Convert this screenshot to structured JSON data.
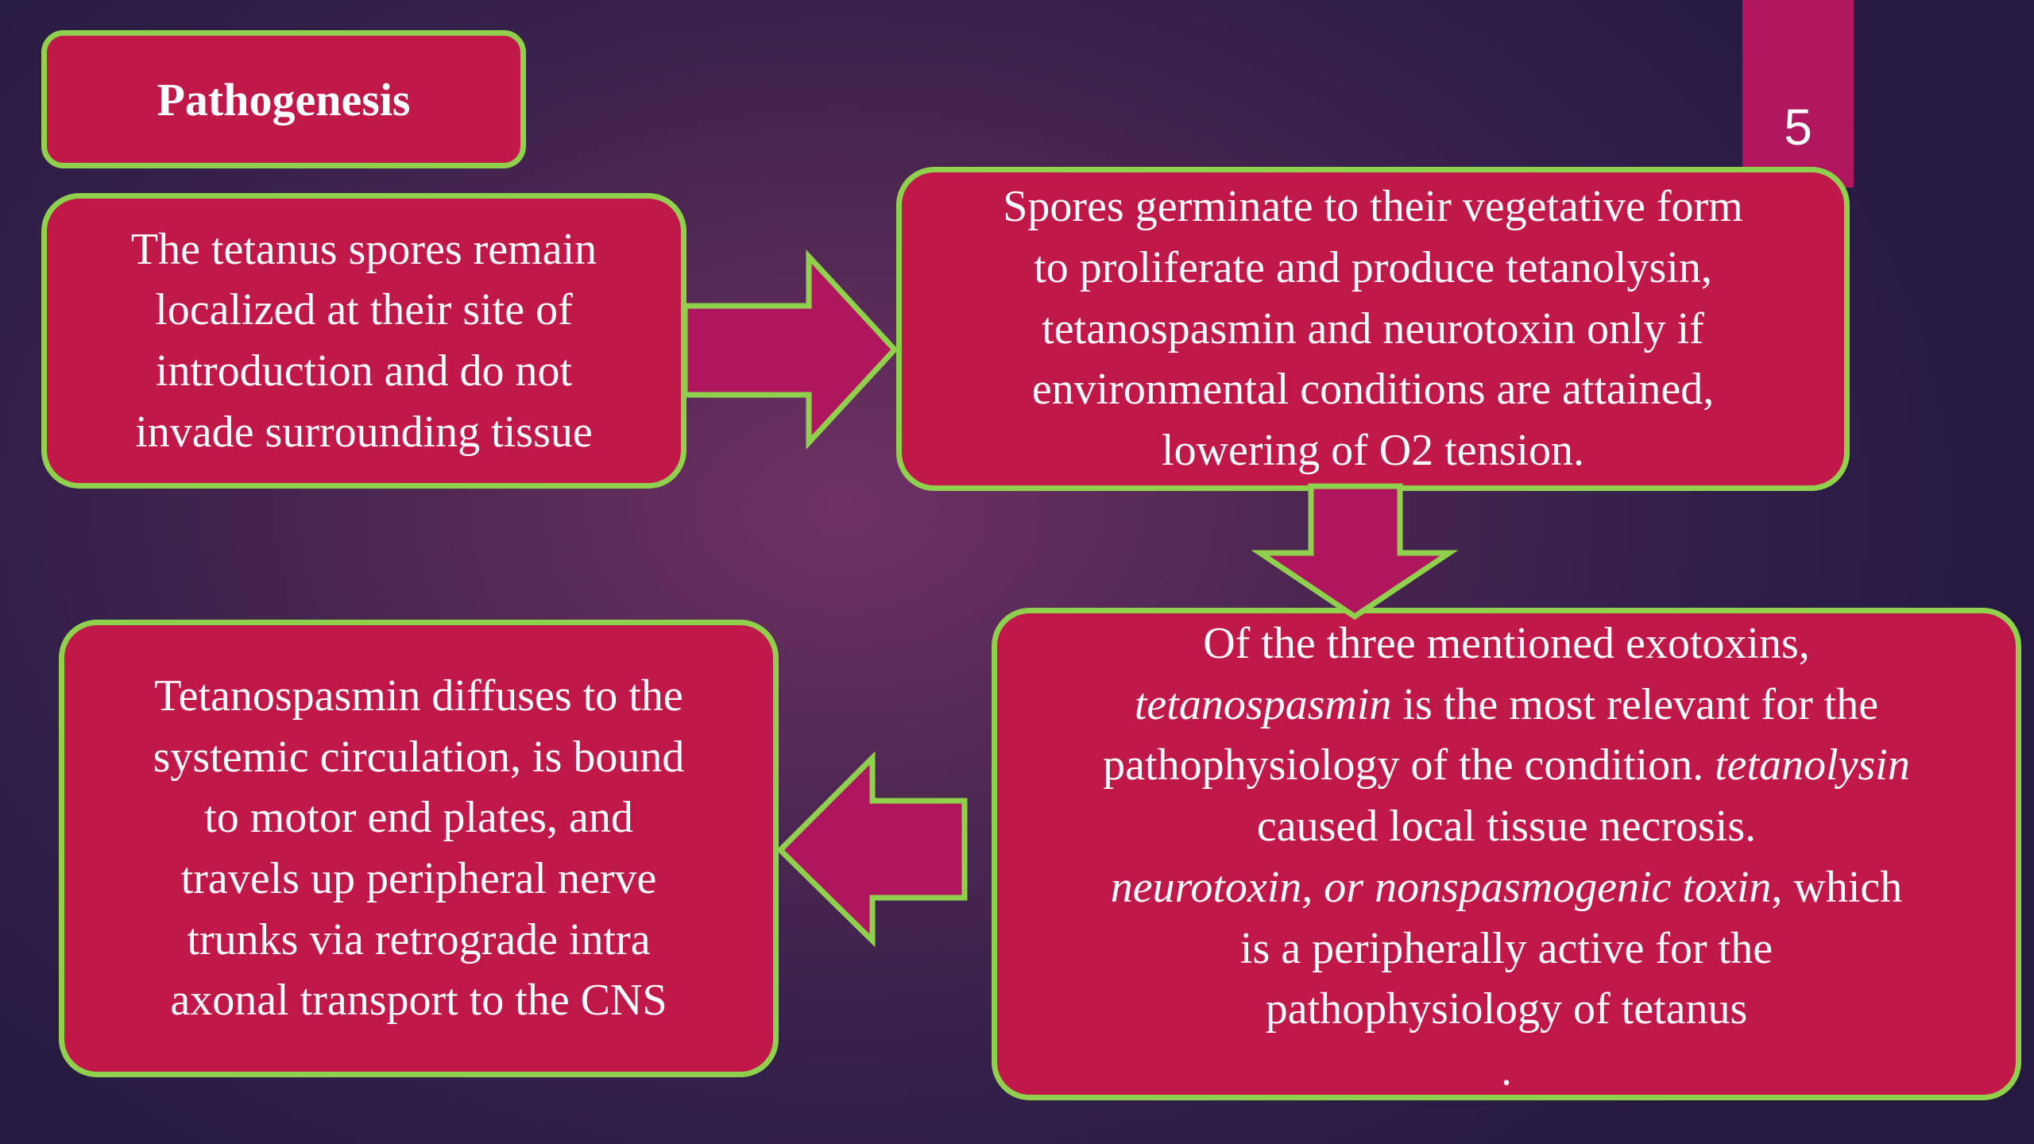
{
  "slide": {
    "number": "5",
    "title": "Pathogenesis"
  },
  "colors": {
    "box_fill": "#c1184a",
    "box_border": "#8fd14c",
    "arrow_fill": "#b0165e",
    "slide_number_tab": "#b0175e",
    "text": "#ffffff"
  },
  "boxes": {
    "box1": {
      "lines": [
        "The tetanus spores remain",
        "localized at their site of",
        "introduction and do not",
        "invade surrounding tissue"
      ]
    },
    "box2": {
      "lines": [
        "Spores germinate to their vegetative form",
        "to proliferate and produce tetanolysin,",
        "tetanospasmin and neurotoxin only if",
        "environmental conditions are attained,",
        "lowering of O2 tension."
      ]
    },
    "box3": {
      "line1": "Of the three mentioned exotoxins,",
      "line2_italic": "tetanospasmin",
      "line2_rest": " is the most relevant for the",
      "line3_start": "pathophysiology of the condition. ",
      "line3_italic": "tetanolysin",
      "line4": "caused local tissue necrosis.",
      "line5_italic": "neurotoxin, or nonspasmogenic toxin",
      "line5_rest": ", which",
      "line6": "is a peripherally active for the",
      "line7": "pathophysiology of tetanus",
      "line8": "."
    },
    "box4": {
      "lines": [
        "Tetanospasmin diffuses to the",
        "systemic circulation, is bound",
        "to motor end plates, and",
        "travels up peripheral nerve",
        "trunks via retrograde intra",
        "axonal transport to the CNS"
      ]
    }
  },
  "arrows": [
    {
      "direction": "right",
      "from": "box1",
      "to": "box2"
    },
    {
      "direction": "down",
      "from": "box2",
      "to": "box3"
    },
    {
      "direction": "left",
      "from": "box3",
      "to": "box4"
    }
  ]
}
